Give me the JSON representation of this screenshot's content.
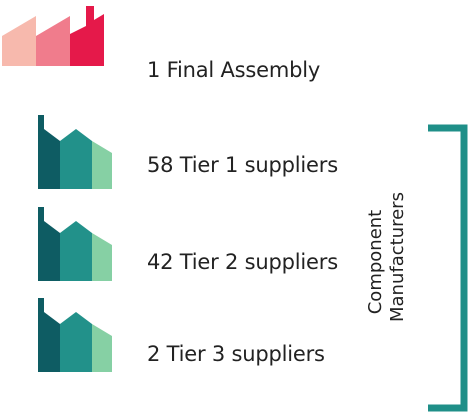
{
  "rows": [
    {
      "label": "1 Final Assembly",
      "count": 1,
      "tier": "final"
    },
    {
      "label": "58 Tier 1 suppliers",
      "count": 58,
      "tier": 1
    },
    {
      "label": "42 Tier 2 suppliers",
      "count": 42,
      "tier": 2
    },
    {
      "label": "2 Tier 3 suppliers",
      "count": 2,
      "tier": 3
    }
  ],
  "bracket": {
    "line1": "Component",
    "line2": "Manufacturers"
  },
  "icons": {
    "final": "factory-icon",
    "supplier": "factory-icon"
  },
  "colors": {
    "final_light": "#f7b9ad",
    "final_mid": "#f07c8c",
    "final_dark": "#e5194a",
    "supplier_dark": "#0e5c63",
    "supplier_mid": "#22918a",
    "supplier_light": "#86d0a4",
    "bracket": "#1f8f88"
  }
}
